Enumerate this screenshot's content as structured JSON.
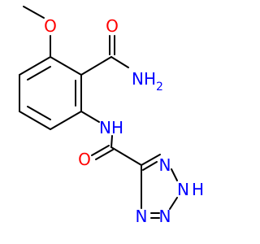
{
  "colors": {
    "bond": "#000000",
    "oxygen": "#ff0000",
    "nitrogen": "#0000ff",
    "background": "#ffffff"
  },
  "labels": {
    "methoxy_o": "O",
    "amide1_o": "O",
    "amide1_n": "NH",
    "amide1_n_sub": "2",
    "amide2_nh": "NH",
    "amide2_o": "O",
    "tz_n_a": "N",
    "tz_nh": "N",
    "tz_nh_h": "H",
    "tz_n_b": "N",
    "tz_n_c": "N"
  }
}
